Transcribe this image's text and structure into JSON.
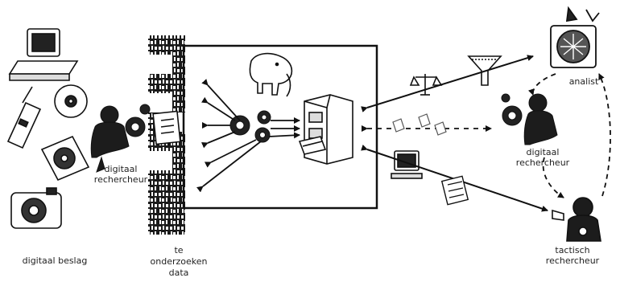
{
  "labels": {
    "digitaal_beslag": "digitaal beslag",
    "te": "te",
    "onderzoeken": "onderzoeken",
    "data": "data",
    "digitaal_rechercheur_left_1": "digitaal",
    "digitaal_rechercheur_left_2": "rechercheur",
    "digitaal_rechercheur_right_1": "digitaal",
    "digitaal_rechercheur_right_2": "rechercheur",
    "analist": "analist",
    "tactisch_1": "tactisch",
    "tactisch_2": "rechercheur",
    "binary_text": "1010"
  },
  "colors": {
    "ink": "#111111",
    "paper": "#ffffff",
    "grey": "#9a9a9a"
  },
  "icons": [
    "computer-icon",
    "phone-icon",
    "cd-icon",
    "harddisk-icon",
    "camera-icon",
    "investigator-icon",
    "gear-icon",
    "notepad-icon",
    "database-elephant-icon",
    "filing-cabinet-icon",
    "scales-icon",
    "funnel-icon",
    "monitor-icon",
    "document-icon",
    "analyst-icon",
    "tactical-investigator-icon"
  ]
}
